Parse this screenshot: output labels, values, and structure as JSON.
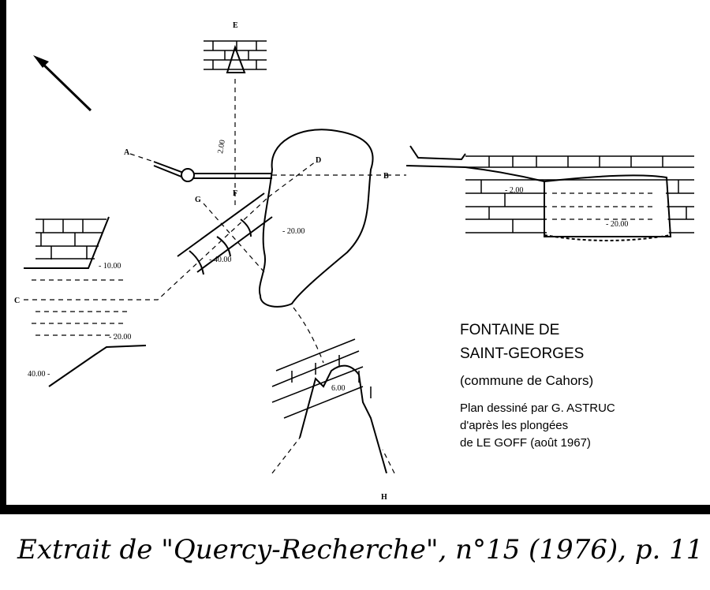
{
  "caption": {
    "title_line1": "FONTAINE DE",
    "title_line2": "SAINT-GEORGES",
    "commune": "(commune de Cahors)",
    "credit_line1": "Plan dessiné par G. ASTRUC",
    "credit_line2": "d'après les plongées",
    "credit_line3": "de LE GOFF (août 1967)"
  },
  "section_labels": {
    "a": "A",
    "b": "B",
    "c": "C",
    "d": "D",
    "e": "E",
    "f": "F",
    "g": "G",
    "h": "H"
  },
  "depths": {
    "plan_af": "2.00",
    "plan_pool": "- 20.00",
    "plan_gallery": "- 40.00",
    "section_c_10": "- 10.00",
    "section_c_20": "- 20.00",
    "section_c_40": "40.00 -",
    "section_b_2": "- 2.00",
    "section_b_20": "- 20.00",
    "section_h_6": "6.00"
  },
  "handwritten_note": "Extrait de \"Quercy-Recherche\", n°15 (1976), p. 11",
  "icons": {
    "north_arrow": "north-arrow-icon"
  }
}
